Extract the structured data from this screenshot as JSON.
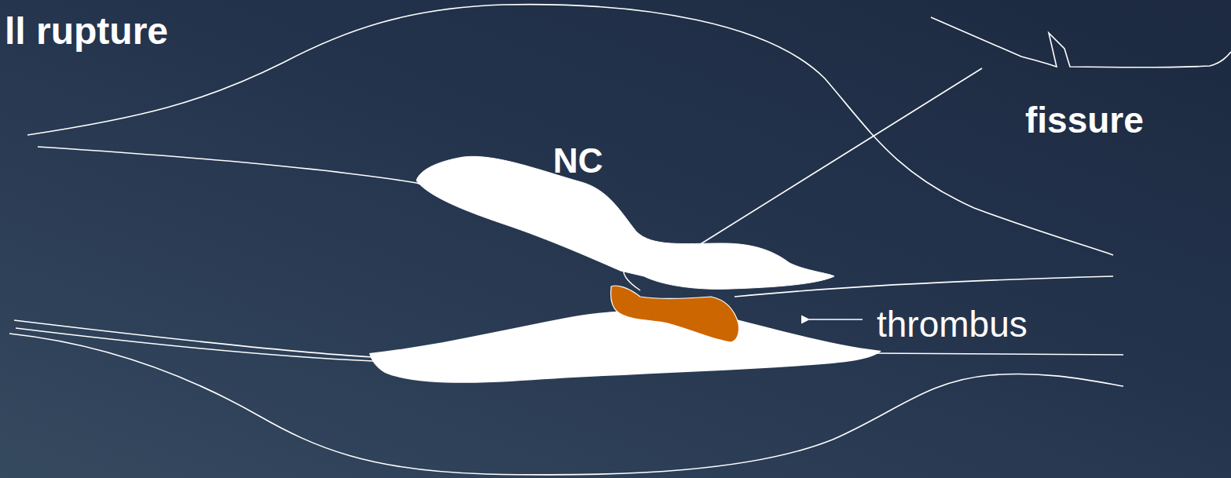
{
  "diagram": {
    "title": "ll rupture",
    "labels": [
      "NC",
      "fissure",
      "thrombus"
    ]
  }
}
